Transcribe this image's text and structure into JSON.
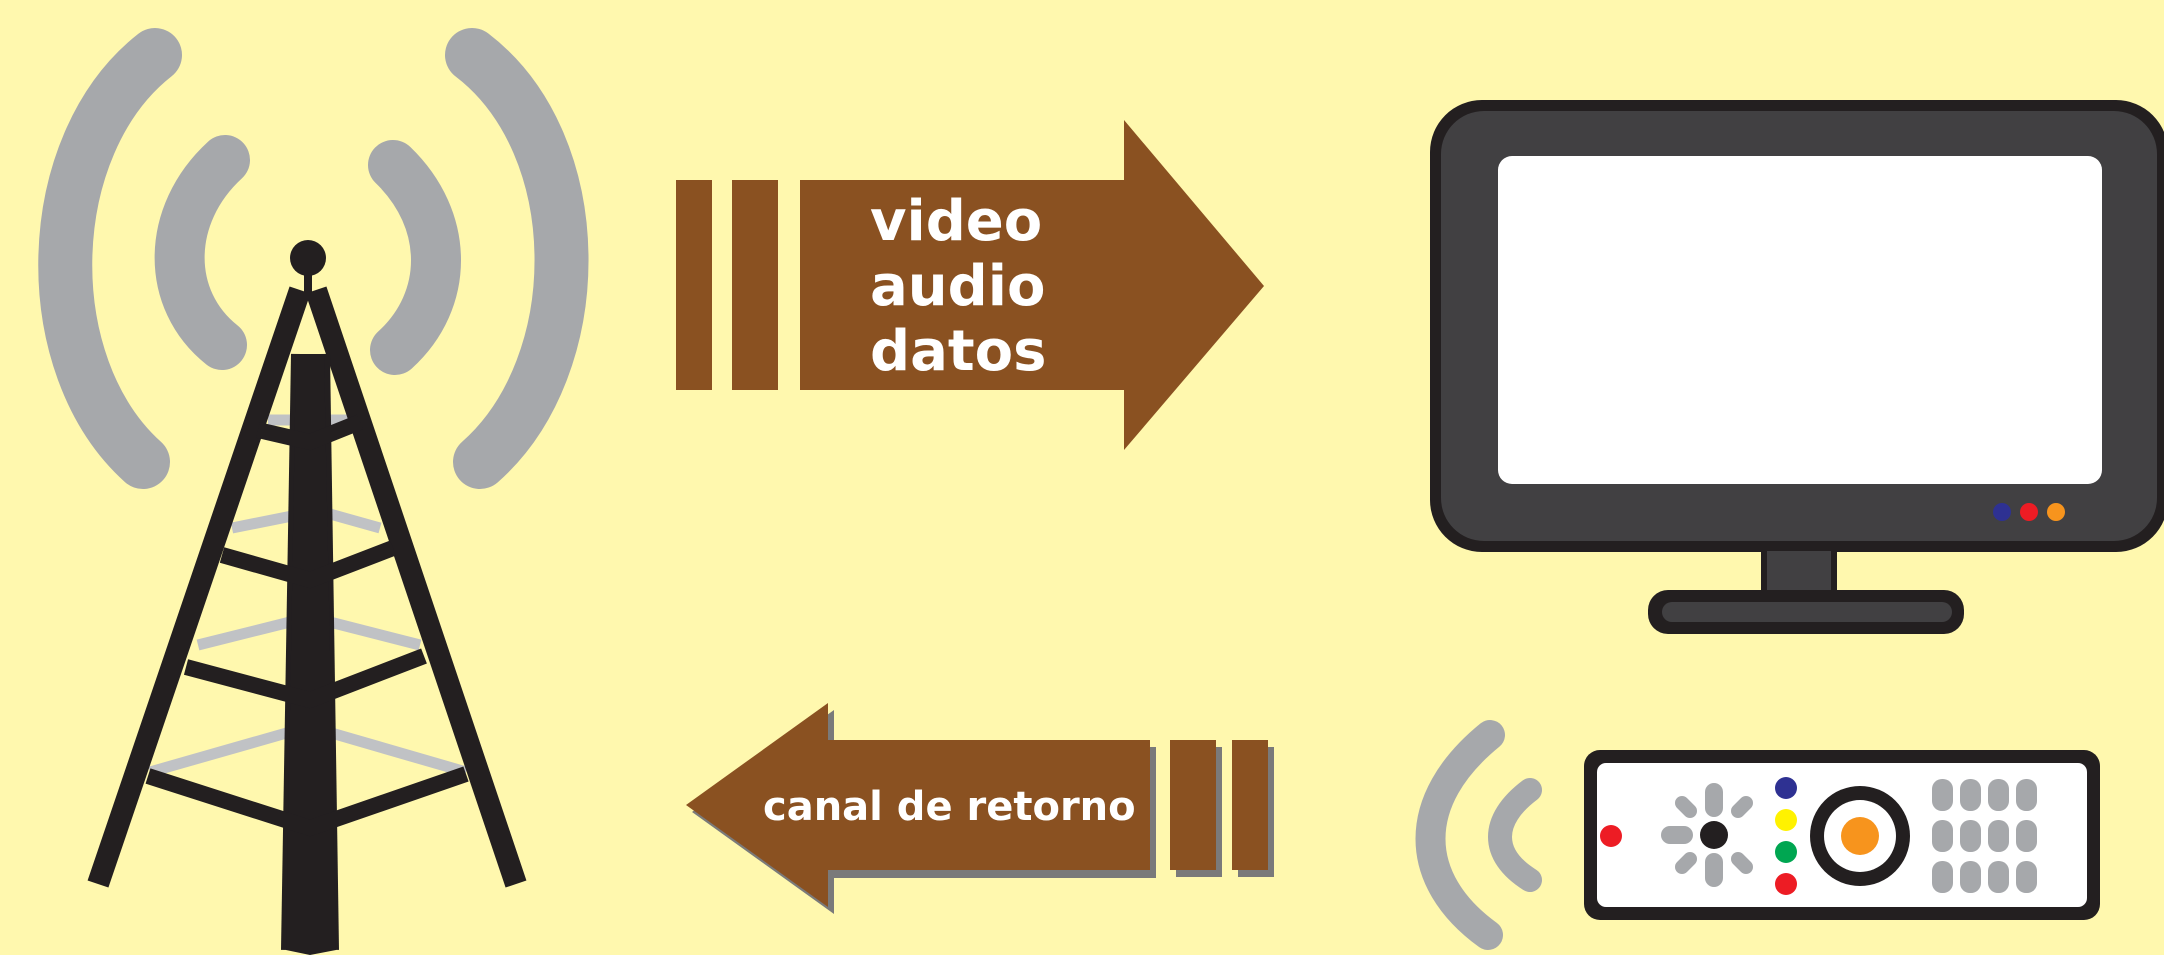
{
  "diagram": {
    "forward_arrow": {
      "lines": [
        "video",
        "audio",
        "datos"
      ],
      "color": "#8A5121"
    },
    "return_arrow": {
      "label": "canal de retorno",
      "color": "#8A5121",
      "shadow_color": "#7A7A7A"
    },
    "colors": {
      "background": "#FFF8AE",
      "waves": "#A6A8AB",
      "tower": "#231F20",
      "tower_back_braces": "#C0C2C5",
      "tv_frame": "#414042",
      "tv_screen": "#FFFFFF",
      "indicator_blue": "#2E3192",
      "indicator_red": "#ED1C24",
      "indicator_orange": "#F7941D",
      "remote_yellow": "#FFF200",
      "remote_green": "#00A651"
    },
    "icons": [
      "broadcast-tower-icon",
      "radio-waves-icon",
      "television-icon",
      "remote-control-icon",
      "wireless-signal-icon"
    ]
  }
}
